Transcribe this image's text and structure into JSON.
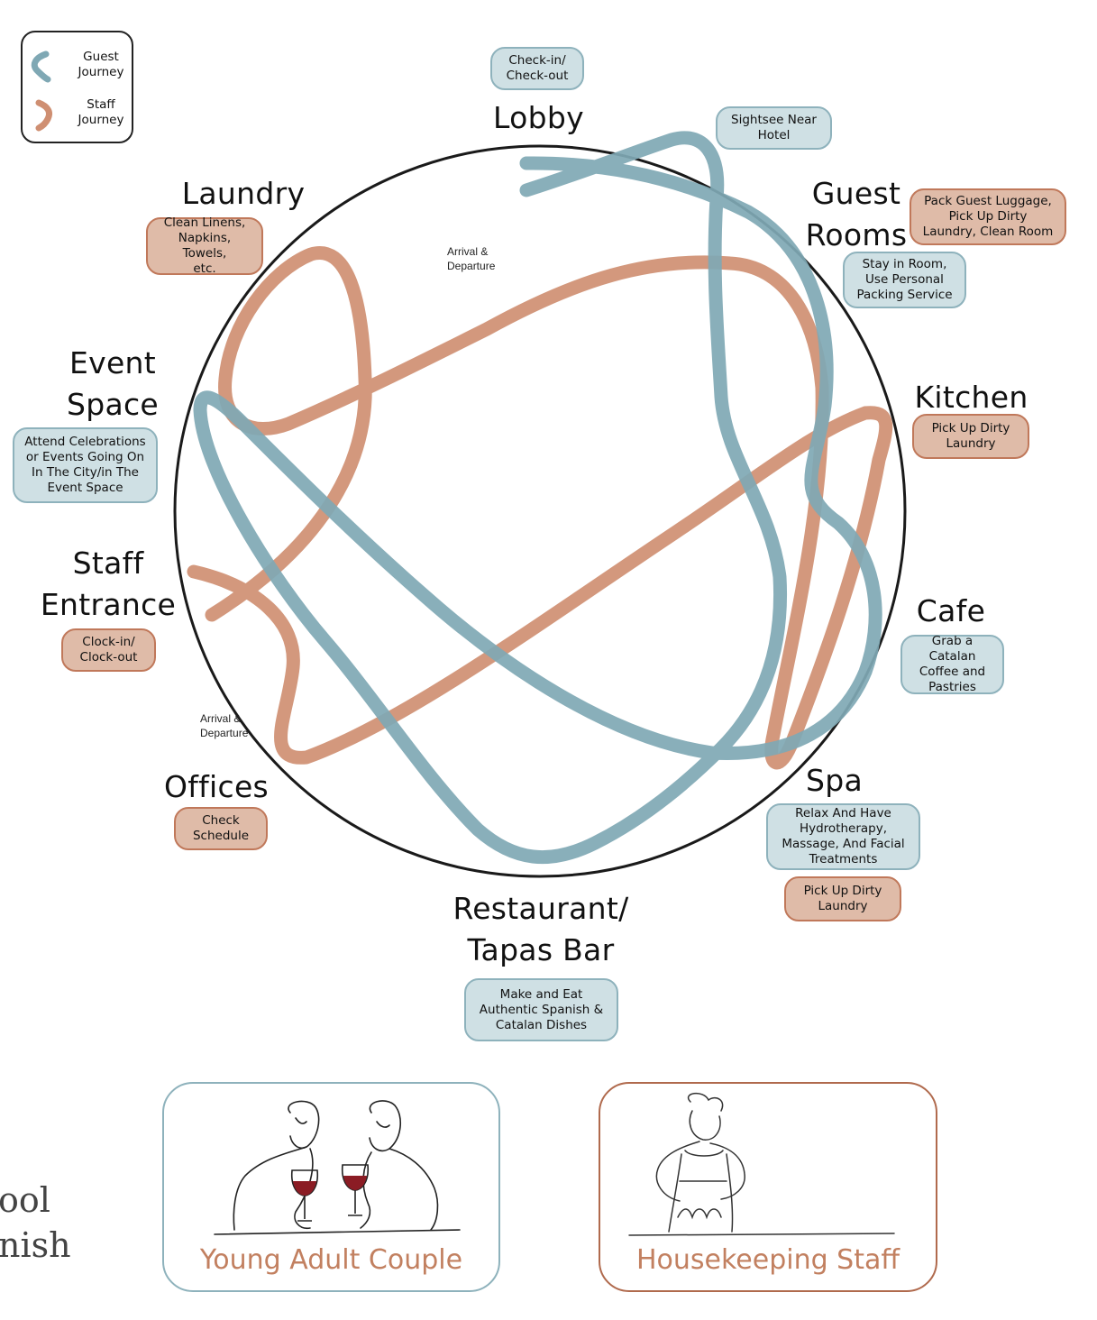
{
  "colors": {
    "guest": "#7fa8b4",
    "staff": "#cf8f72",
    "circle": "#1a1a1a"
  },
  "legend": {
    "guest_label": "Guest\nJourney",
    "staff_label": "Staff\nJourney"
  },
  "zones": {
    "lobby": "Lobby",
    "laundry": "Laundry",
    "guest_rooms": "Guest\nRooms",
    "kitchen": "Kitchen",
    "event_space": "Event\nSpace",
    "staff_entrance": "Staff\nEntrance",
    "cafe": "Cafe",
    "offices": "Offices",
    "spa": "Spa",
    "restaurant": "Restaurant/\nTapas Bar"
  },
  "activities": {
    "lobby_guest": "Check-in/\nCheck-out",
    "sightsee_guest": "Sightsee Near\nHotel",
    "laundry_staff": "Clean Linens,\nNapkins, Towels,\netc.",
    "guest_rooms_staff": "Pack Guest Luggage,\nPick Up Dirty\nLaundry, Clean Room",
    "guest_rooms_guest": "Stay in Room,\nUse Personal\nPacking Service",
    "kitchen_staff": "Pick Up Dirty\nLaundry",
    "event_space_guest": "Attend Celebrations\nor Events Going On\nIn The City/in The\nEvent Space",
    "staff_entrance_staff": "Clock-in/\nClock-out",
    "cafe_guest": "Grab a Catalan\nCoffee and\nPastries",
    "offices_staff": "Check\nSchedule",
    "spa_guest": "Relax And Have\nHydrotherapy,\nMassage, And Facial\nTreatments",
    "spa_staff": "Pick Up Dirty\nLaundry",
    "restaurant_guest": "Make and Eat\nAuthentic Spanish &\nCatalan Dishes"
  },
  "notes": {
    "guest_arrival": "Arrival   &\nDeparture",
    "staff_arrival": "Arrival   &\nDeparture"
  },
  "personas": {
    "guest_title": "Young Adult Couple",
    "staff_title": "Housekeeping Staff",
    "guest_icon": "couple-with-wine-illustration",
    "staff_icon": "housekeeper-illustration"
  },
  "side_text": "ool\nnish"
}
